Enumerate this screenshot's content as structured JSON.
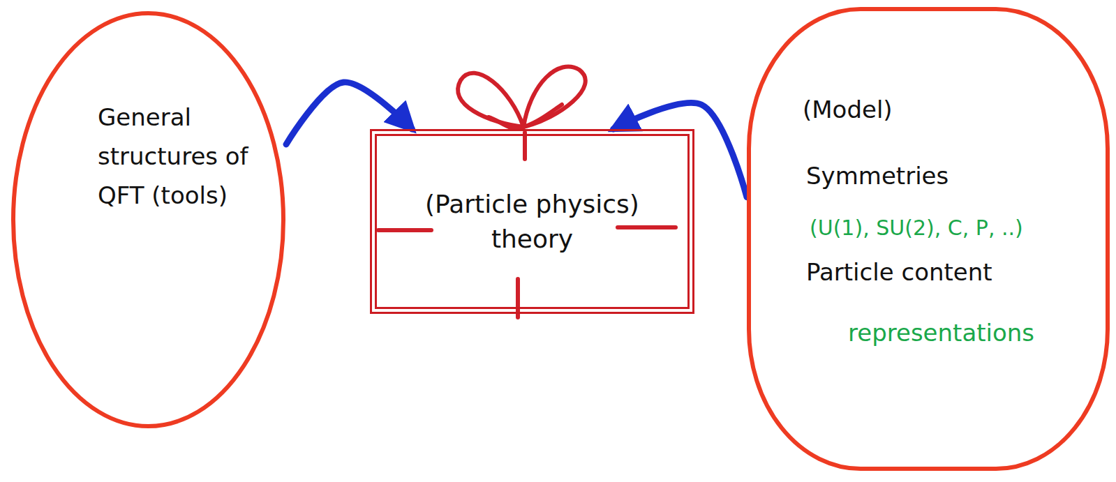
{
  "diagram": {
    "nodes": [
      {
        "text": [
          "General structures of QFT (tools)"
        ]
      },
      {
        "text": [
          "(Particle physics) theory"
        ]
      },
      {
        "text": [
          "(Model)",
          "Symmetries",
          "(U(1), SU(2), C, P, ..)",
          "Particle content",
          "representations"
        ]
      }
    ],
    "edges": [
      {
        "from": 0,
        "to": 1,
        "arrow": "to"
      },
      {
        "from": 2,
        "to": 1,
        "arrow": "to"
      }
    ]
  }
}
